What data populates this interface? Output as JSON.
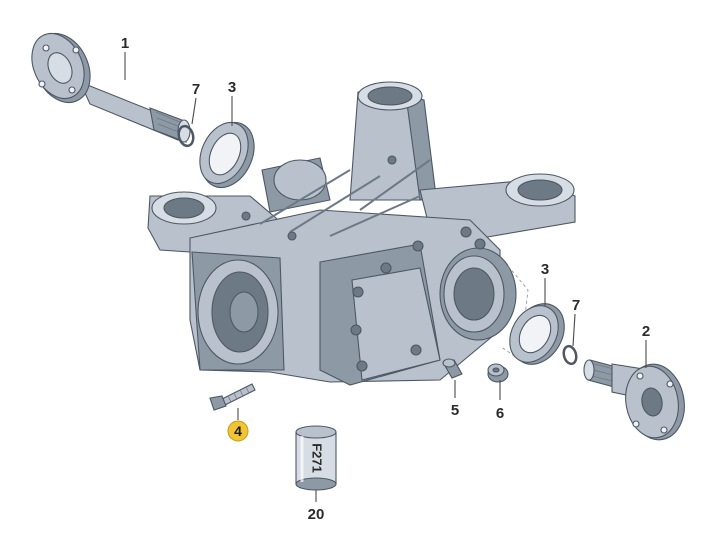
{
  "diagram": {
    "callouts": [
      {
        "label": "1"
      },
      {
        "label": "7"
      },
      {
        "label": "3"
      },
      {
        "label": "3"
      },
      {
        "label": "7"
      },
      {
        "label": "2"
      },
      {
        "label": "5"
      },
      {
        "label": "6"
      },
      {
        "label": "4",
        "highlighted": true
      },
      {
        "label": "20"
      }
    ],
    "filter_text": "F271",
    "colors": {
      "metal": "#b9c2cc",
      "highlight": "#f2c431",
      "leader": "#4a4a4a"
    }
  }
}
